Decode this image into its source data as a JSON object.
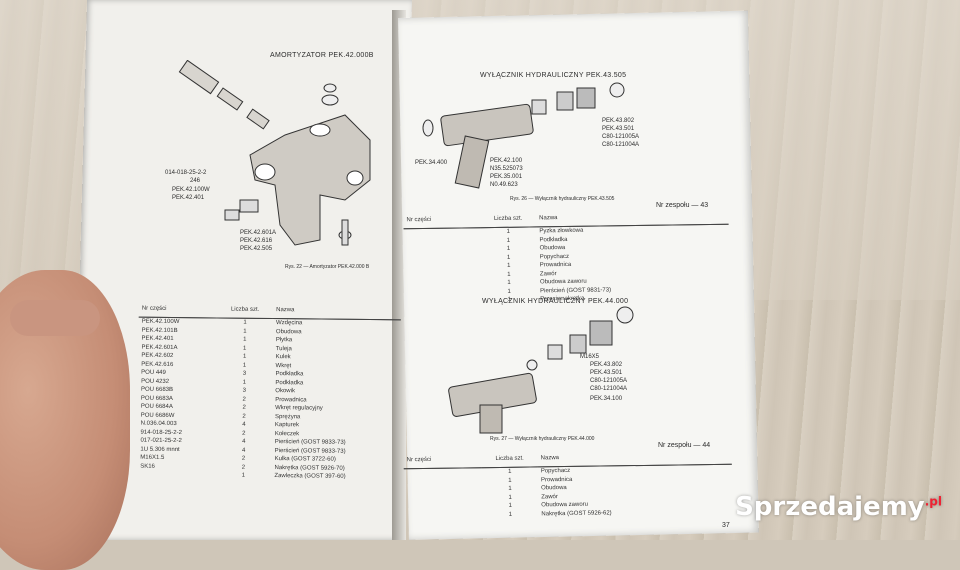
{
  "left_page": {
    "title": "AMORTYZATOR PEK.42.000B",
    "callouts": [
      "014-018-25-2-2",
      "246",
      "PEK.42.100W",
      "PEK.42.401",
      "PEK.42.601A",
      "PEK.42.616",
      "PEK.42.505"
    ],
    "caption": "Rys. 22 — Amortyzator PEK.42.000 B",
    "table_headers": [
      "Nr części",
      "Liczba szt.",
      "Nazwa"
    ],
    "rows": [
      [
        "PEK.42.100W",
        "1",
        "Wzdęcina"
      ],
      [
        "PEK.42.101B",
        "1",
        "Obudowa"
      ],
      [
        "PEK.42.401",
        "1",
        "Płytka"
      ],
      [
        "PEK.42.601A",
        "1",
        "Tuleja"
      ],
      [
        "PEK.42.602",
        "1",
        "Kulek"
      ],
      [
        "PEK.42.616",
        "1",
        "Wkręt"
      ],
      [
        "POU 449",
        "3",
        "Podkładka"
      ],
      [
        "POU 4232",
        "1",
        "Podkładka"
      ],
      [
        "POU 6683B",
        "3",
        "Okowik"
      ],
      [
        "POU 6683A",
        "2",
        "Prowadnica"
      ],
      [
        "POU 6684A",
        "2",
        "Wkręt regulacyjny"
      ],
      [
        "POU 6686W",
        "2",
        "Sprężyna"
      ],
      [
        "N.036.04.003",
        "4",
        "Kapturek"
      ],
      [
        "914-018-25-2-2",
        "2",
        "Kołeczek"
      ],
      [
        "017-021-25-2-2",
        "4",
        "Pierścień (GOST 9833-73)"
      ],
      [
        "1U 5.306 mnnt",
        "4",
        "Pierścień (GOST 9833-73)"
      ],
      [
        "M16X1.5",
        "2",
        "Kulka (GOST 3722-60)"
      ],
      [
        "SK16",
        "2",
        "Nakrętka (GOST 5926-70)"
      ],
      [
        "",
        "1",
        "Zawleczka (GOST 397-60)"
      ]
    ]
  },
  "right_page": {
    "title_top": "WYŁĄCZNIK HYDRAULICZNY PEK.43.505",
    "callouts_top": [
      "PEK.43.802",
      "PEK.43.501",
      "C80-121005A",
      "C80-121004A",
      "PEK.42.100",
      "N35.525073",
      "PEK.35.001",
      "N0.49.623",
      "PEK.34.400"
    ],
    "caption_top": "Rys. 26 — Wyłącznik hydrauliczny PEK.43.505",
    "section_top": "Nr zespołu — 43",
    "table_top_headers": [
      "Nr części",
      "Liczba szt.",
      "Nazwa"
    ],
    "rows_top": [
      [
        "",
        "1",
        "Pyzka złowkowa"
      ],
      [
        "",
        "1",
        "Podkładka"
      ],
      [
        "",
        "1",
        "Obudowa"
      ],
      [
        "",
        "1",
        "Popychacz"
      ],
      [
        "",
        "1",
        "Prowadnica"
      ],
      [
        "",
        "1",
        "Zawór"
      ],
      [
        "",
        "1",
        "Obudowa zaworu"
      ],
      [
        "",
        "1",
        "Pierścień (GOST 9831-73)"
      ],
      [
        "",
        "1",
        "Przeciwnakrętka"
      ]
    ],
    "title_mid": "WYŁĄCZNIK HYDRAULICZNY PEK.44.000",
    "callouts_mid": [
      "M16X5",
      "PEK.43.802",
      "PEK.43.501",
      "C80-121005A",
      "C80-121004A",
      "PEK.34.100"
    ],
    "caption_mid": "Rys. 27 — Wyłącznik hydrauliczny PEK.44.000",
    "section_mid": "Nr zespołu — 44",
    "table_mid_headers": [
      "Nr części",
      "Liczba szt.",
      "Nazwa"
    ],
    "rows_mid": [
      [
        "",
        "1",
        "Popychacz"
      ],
      [
        "",
        "1",
        "Prowadnica"
      ],
      [
        "",
        "1",
        "Obudowa"
      ],
      [
        "",
        "1",
        "Zawór"
      ],
      [
        "",
        "1",
        "Obudowa zaworu"
      ],
      [
        "",
        "1",
        "Nakrętka (GOST 5926-62)"
      ]
    ],
    "page_number": "37"
  },
  "watermark": {
    "text": "Sprzedajemy",
    "suffix": ".pl"
  }
}
